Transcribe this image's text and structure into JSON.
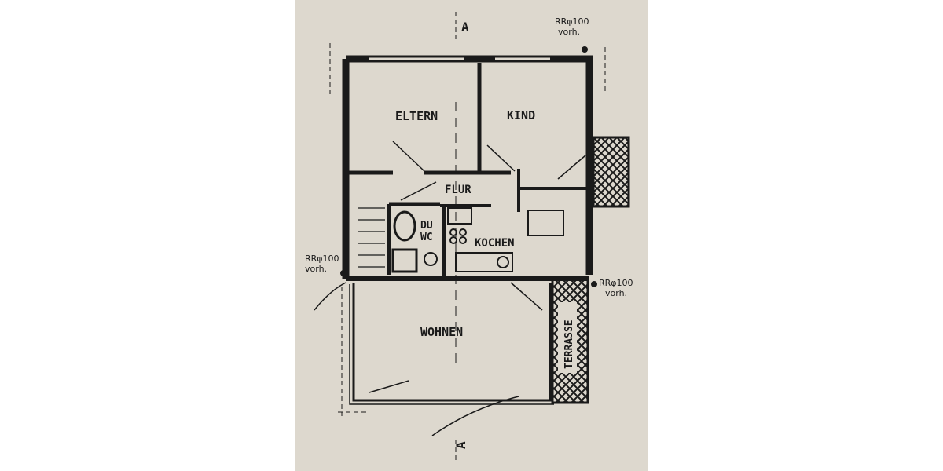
{
  "plan": {
    "section_marker_top": "A",
    "section_marker_bottom": "A",
    "pipe_notes": [
      {
        "line1": "RRφ100",
        "line2": "vorh."
      },
      {
        "line1": "RRφ100",
        "line2": "vorh."
      },
      {
        "line1": "RRφ100",
        "line2": "vorh."
      }
    ],
    "rooms": {
      "eltern": "ELTERN",
      "kind": "KIND",
      "flur": "FLUR",
      "du": "DU",
      "wc": "WC",
      "kochen": "KOCHEN",
      "wohnen": "WOHNEN",
      "terrasse": "TERRASSE"
    }
  },
  "colors": {
    "paper": "#ddd8ce",
    "ink": "#1a1a1a"
  }
}
